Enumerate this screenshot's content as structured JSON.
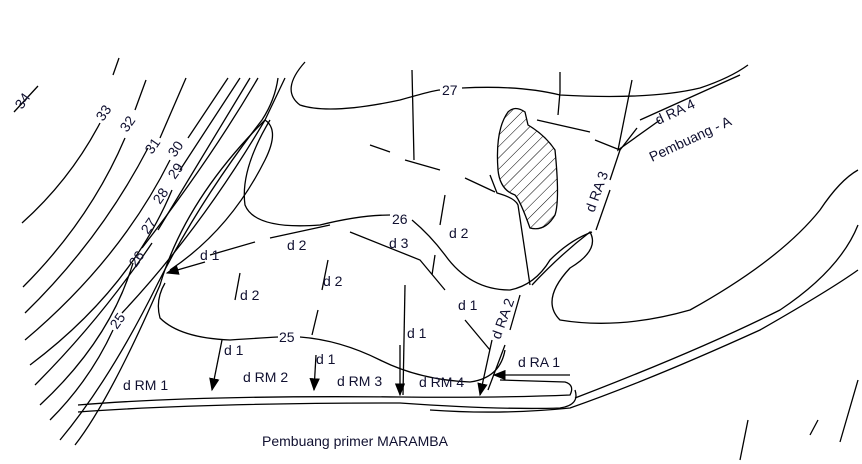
{
  "contours": [
    "34",
    "33",
    "32",
    "31",
    "30",
    "29",
    "28",
    "27",
    "26",
    "25"
  ],
  "contour_27_label": "27",
  "contour_26_label": "26",
  "contour_25_label": "25",
  "drains": {
    "d1": "d 1",
    "d2": "d 2",
    "d3": "d 3",
    "dRM1": "d RM 1",
    "dRM2": "d RM 2",
    "dRM3": "d RM 3",
    "dRM4": "d RM 4",
    "dRA1": "d RA 1",
    "dRA2": "d RA 2",
    "dRA3": "d RA 3",
    "dRA4": "d RA 4"
  },
  "pembuang_a": "Pembuang - A",
  "caption": "Pembuang primer MARAMBA"
}
